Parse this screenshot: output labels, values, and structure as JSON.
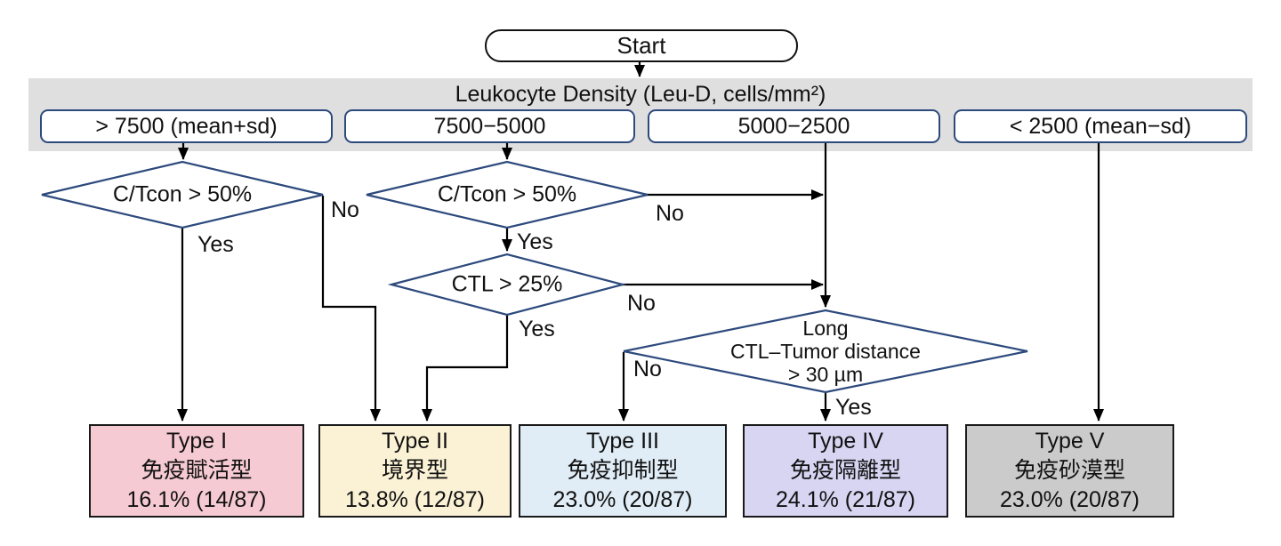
{
  "start": {
    "label": "Start"
  },
  "density": {
    "header": "Leukocyte Density (Leu-D, cells/mm²)",
    "ranges": [
      {
        "label": "> 7500 (mean+sd)"
      },
      {
        "label": "7500−5000"
      },
      {
        "label": "5000−2500"
      },
      {
        "label": "< 2500 (mean−sd)"
      }
    ]
  },
  "decisions": [
    {
      "label": "C/Tcon > 50%",
      "yes": "Yes",
      "no": "No"
    },
    {
      "label": "C/Tcon > 50%",
      "yes": "Yes",
      "no": "No"
    },
    {
      "label": "CTL > 25%",
      "yes": "Yes",
      "no": "No"
    },
    {
      "label": "Long\nCTL–Tumor distance\n> 30 µm",
      "yes": "Yes",
      "no": "No"
    }
  ],
  "outcomes": [
    {
      "type": "Type I",
      "name_ja": "免疫賦活型",
      "stat": "16.1% (14/87)",
      "color": "#f6cad3"
    },
    {
      "type": "Type II",
      "name_ja": "境界型",
      "stat": "13.8% (12/87)",
      "color": "#fbf2d6"
    },
    {
      "type": "Type III",
      "name_ja": "免疫抑制型",
      "stat": "23.0% (20/87)",
      "color": "#e1edf6"
    },
    {
      "type": "Type IV",
      "name_ja": "免疫隔離型",
      "stat": "24.1% (21/87)",
      "color": "#d8d5f3"
    },
    {
      "type": "Type V",
      "name_ja": "免疫砂漠型",
      "stat": "23.0% (20/87)",
      "color": "#cbcbcb"
    }
  ],
  "colors": {
    "band": "#dfdfdf",
    "node_border": "#2d4a7d",
    "line": "#000000"
  }
}
